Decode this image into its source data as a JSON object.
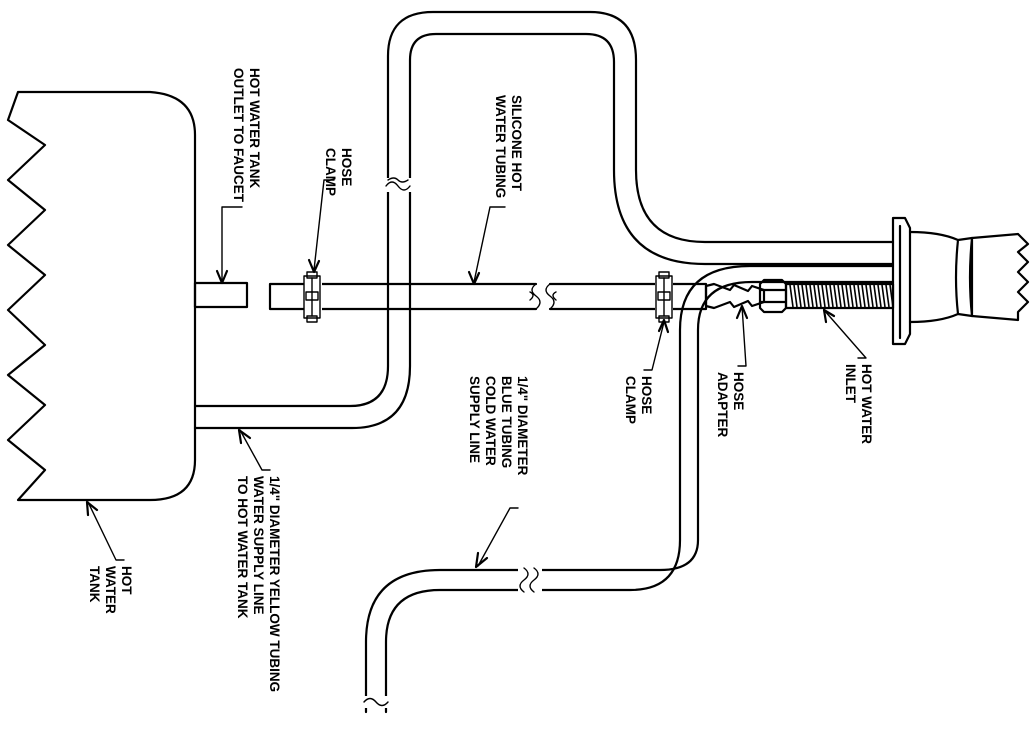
{
  "labels": {
    "hot_water_tank_outlet": [
      "HOT WATER TANK",
      "OUTLET TO FAUCET"
    ],
    "hose_clamp_left": [
      "HOSE",
      "CLAMP"
    ],
    "silicone_tubing": [
      "SILICONE HOT",
      "WATER TUBING"
    ],
    "hose_clamp_right": [
      "HOSE",
      "CLAMP"
    ],
    "hose_adapter": [
      "HOSE",
      "ADAPTER"
    ],
    "hot_water_inlet": [
      "HOT WATER",
      "INLET"
    ],
    "blue_tubing": [
      "1/4\" DIAMETER",
      "BLUE TUBING",
      "COLD WATER",
      "SUPPLY LINE"
    ],
    "yellow_tubing": [
      "1/4\" DIAMETER YELLOW TUBING",
      "WATER SUPPLY LINE",
      "TO HOT WATER TANK"
    ],
    "hot_water_tank": [
      "HOT",
      "WATER",
      "TANK"
    ]
  }
}
